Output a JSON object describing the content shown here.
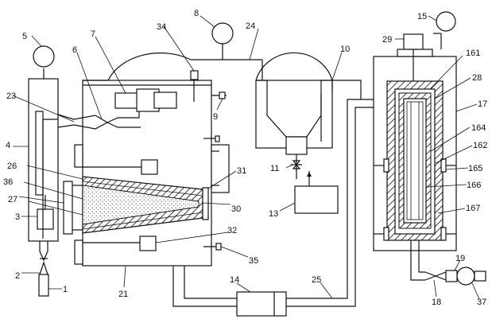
{
  "labels": {
    "l1": "1",
    "l2": "2",
    "l3": "3",
    "l4": "4",
    "l5": "5",
    "l6": "6",
    "l7": "7",
    "l8": "8",
    "l9": "9",
    "l10": "10",
    "l11": "11",
    "l13": "13",
    "l14": "14",
    "l15": "15",
    "l17": "17",
    "l18": "18",
    "l19": "19",
    "l21": "21",
    "l23": "23",
    "l24": "24",
    "l25": "25",
    "l26": "26",
    "l27": "27",
    "l28": "28",
    "l29": "29",
    "l30": "30",
    "l31": "31",
    "l32": "32",
    "l34": "34",
    "l35": "35",
    "l36": "36",
    "l37": "37",
    "l161": "161",
    "l162": "162",
    "l164": "164",
    "l165": "165",
    "l166": "166",
    "l167": "167"
  }
}
